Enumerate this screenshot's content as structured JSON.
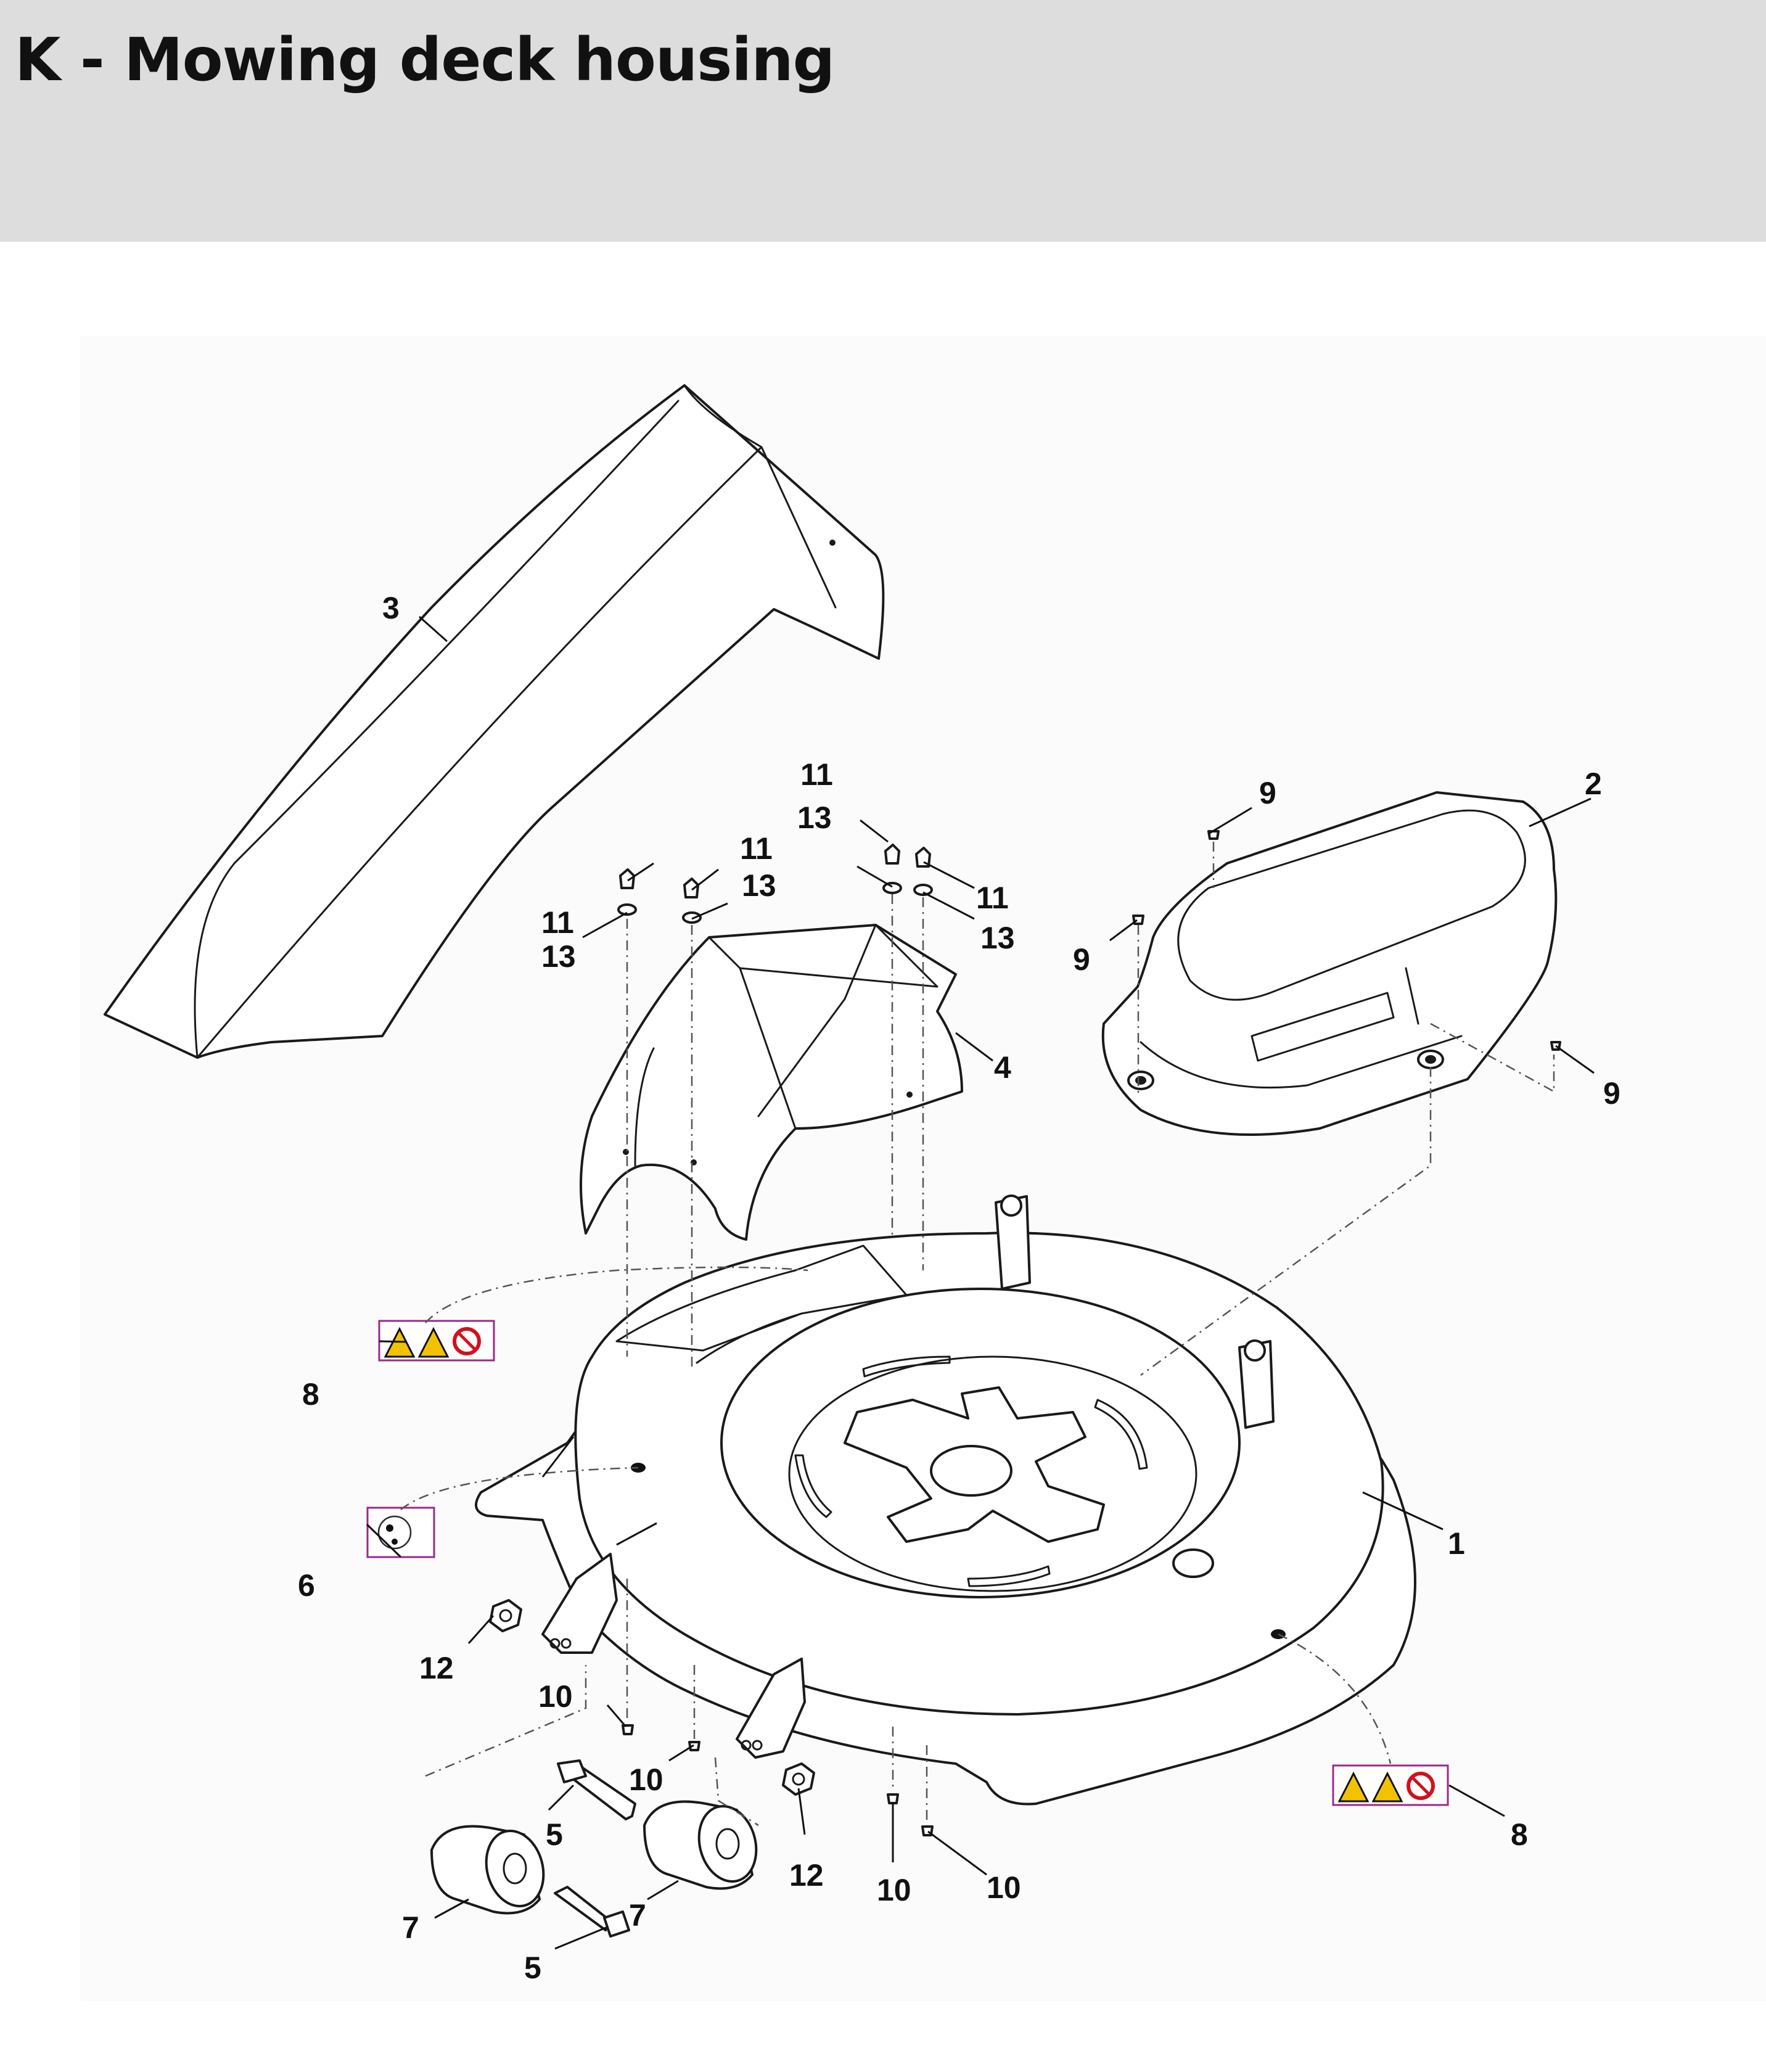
{
  "header": {
    "title": "K - Mowing deck housing"
  },
  "diagram": {
    "callouts": {
      "c1": "1",
      "c2": "2",
      "c3": "3",
      "c4": "4",
      "c5a": "5",
      "c5b": "5",
      "c6": "6",
      "c7a": "7",
      "c7b": "7",
      "c8a": "8",
      "c8b": "8",
      "c9a": "9",
      "c9b": "9",
      "c9c": "9",
      "c10a": "10",
      "c10b": "10",
      "c10c": "10",
      "c10d": "10",
      "c11a": "11",
      "c11b": "11",
      "c11c": "11",
      "c11d": "11",
      "c12a": "12",
      "c12b": "12",
      "c13a": "13",
      "c13b": "13",
      "c13c": "13",
      "c13d": "13"
    }
  }
}
